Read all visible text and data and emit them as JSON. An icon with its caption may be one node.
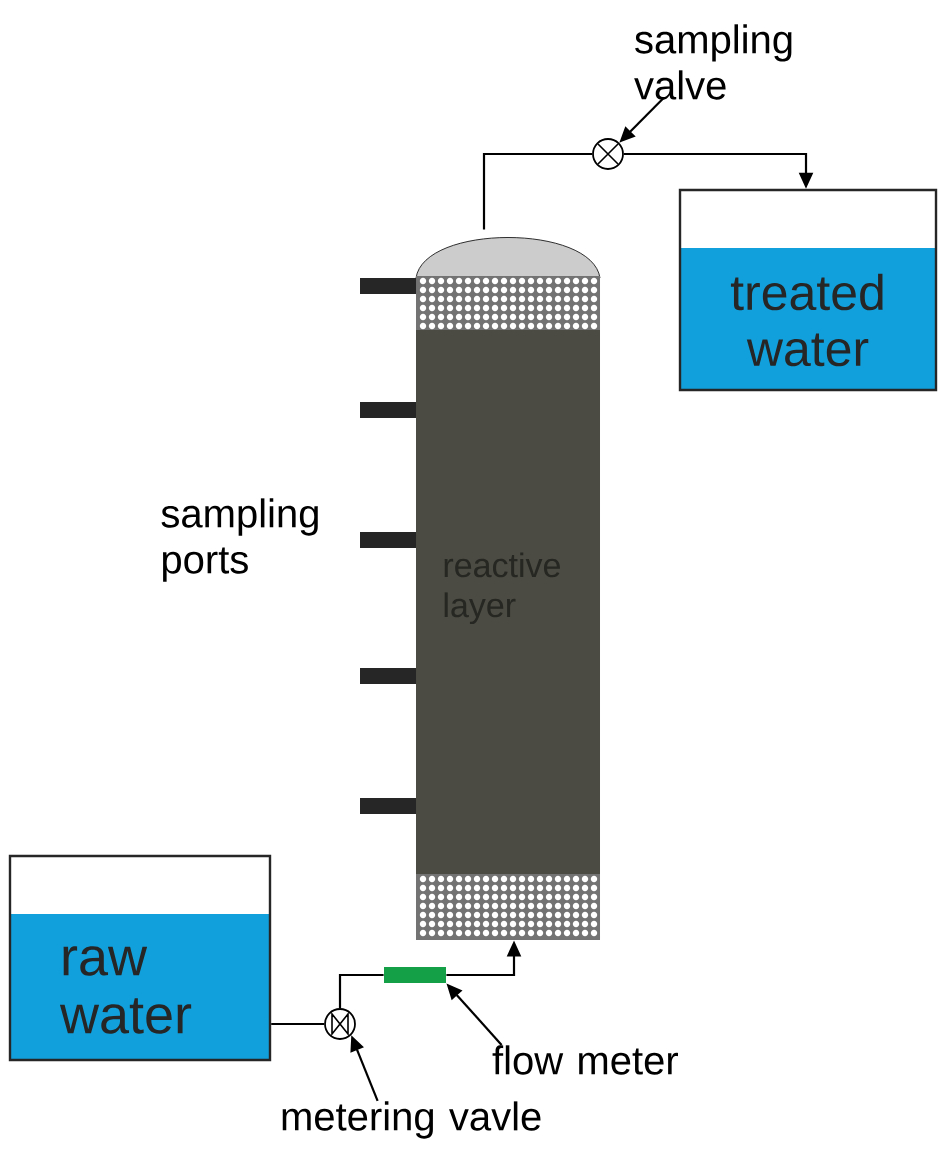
{
  "diagram": {
    "nodes": [
      {
        "text": [
          "raw water"
        ]
      },
      {
        "text": [],
        "shape": "circle"
      },
      {
        "text": [],
        "shape": "bar"
      },
      {
        "text": [
          "reactive layer"
        ]
      },
      {
        "text": [],
        "shape": "circle"
      },
      {
        "text": [
          "treated water"
        ]
      },
      {
        "text": [
          "sampling valve"
        ]
      },
      {
        "text": [
          "flow meter"
        ]
      },
      {
        "text": [
          "metering vavle"
        ]
      }
    ],
    "edges": [
      {
        "from": 0,
        "to": 1,
        "arrow": "none"
      },
      {
        "from": 1,
        "to": 2,
        "arrow": "none"
      },
      {
        "from": 2,
        "to": 3,
        "arrow": "to"
      },
      {
        "from": 3,
        "to": 4,
        "arrow": "none"
      },
      {
        "from": 4,
        "to": 5,
        "arrow": "to"
      },
      {
        "from": 6,
        "to": 4,
        "arrow": "to"
      },
      {
        "from": 7,
        "to": 2,
        "arrow": "to"
      },
      {
        "from": 8,
        "to": 1,
        "arrow": "to"
      }
    ],
    "labels": [
      "sampling ports"
    ]
  }
}
